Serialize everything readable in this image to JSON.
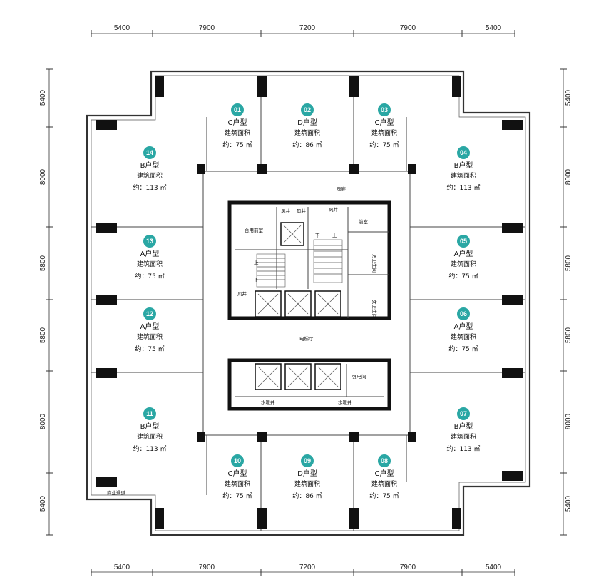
{
  "dimensions": {
    "top": [
      "5400",
      "7900",
      "7200",
      "7900",
      "5400"
    ],
    "bottom": [
      "5400",
      "7900",
      "7200",
      "7900",
      "5400"
    ],
    "left": [
      "5400",
      "8000",
      "5800",
      "5800",
      "8000",
      "5400"
    ],
    "right": [
      "5400",
      "8000",
      "5800",
      "5800",
      "8000",
      "5400"
    ]
  },
  "units": [
    {
      "num": "01",
      "type": "C户型",
      "label": "建筑面积",
      "area": "约：75 ㎡"
    },
    {
      "num": "02",
      "type": "D户型",
      "label": "建筑面积",
      "area": "约：86 ㎡"
    },
    {
      "num": "03",
      "type": "C户型",
      "label": "建筑面积",
      "area": "约：75 ㎡"
    },
    {
      "num": "04",
      "type": "B户型",
      "label": "建筑面积",
      "area": "约：113 ㎡"
    },
    {
      "num": "05",
      "type": "A户型",
      "label": "建筑面积",
      "area": "约：75 ㎡"
    },
    {
      "num": "06",
      "type": "A户型",
      "label": "建筑面积",
      "area": "约：75 ㎡"
    },
    {
      "num": "07",
      "type": "B户型",
      "label": "建筑面积",
      "area": "约：113 ㎡"
    },
    {
      "num": "08",
      "type": "C户型",
      "label": "建筑面积",
      "area": "约：75 ㎡"
    },
    {
      "num": "09",
      "type": "D户型",
      "label": "建筑面积",
      "area": "约：86 ㎡"
    },
    {
      "num": "10",
      "type": "C户型",
      "label": "建筑面积",
      "area": "约：75 ㎡"
    },
    {
      "num": "11",
      "type": "B户型",
      "label": "建筑面积",
      "area": "约：113 ㎡"
    },
    {
      "num": "12",
      "type": "A户型",
      "label": "建筑面积",
      "area": "约：75 ㎡"
    },
    {
      "num": "13",
      "type": "A户型",
      "label": "建筑面积",
      "area": "约：75 ㎡"
    },
    {
      "num": "14",
      "type": "B户型",
      "label": "建筑面积",
      "area": "约：113 ㎡"
    }
  ],
  "core": {
    "corridor": "走廊",
    "elevator_hall": "电梯厅",
    "shared_anteroom": "合用前室",
    "anteroom": "前室",
    "air_shaft": "风井",
    "male_wc": "男卫生间",
    "female_wc": "女卫生间",
    "power_room": "强电间",
    "water_shaft": "水暖井",
    "down": "下",
    "up": "上"
  },
  "commercial_channel": "商业通道",
  "colors": {
    "badge": "#2aa7a4",
    "wall": "#111111",
    "line": "#444444"
  }
}
